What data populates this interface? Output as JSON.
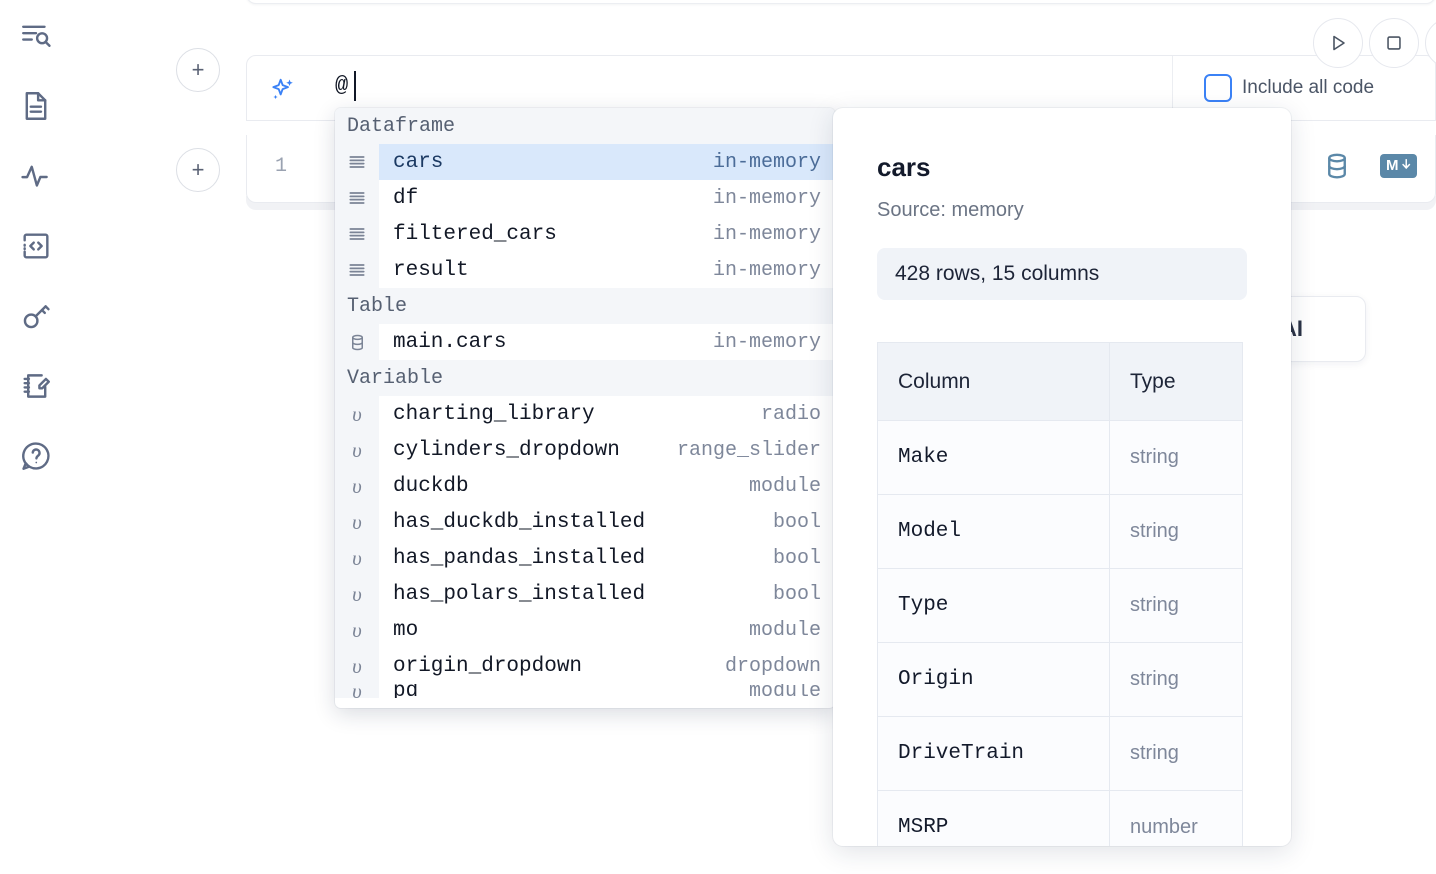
{
  "sidebar": {
    "items": [
      {
        "name": "outline-search-icon",
        "label": "Outline"
      },
      {
        "name": "file-document-icon",
        "label": "Files"
      },
      {
        "name": "activity-pulse-icon",
        "label": "Activity"
      },
      {
        "name": "code-snippet-icon",
        "label": "Snippets"
      },
      {
        "name": "key-icon",
        "label": "Secrets"
      },
      {
        "name": "notebook-edit-icon",
        "label": "Scratchpad"
      },
      {
        "name": "help-chat-icon",
        "label": "Help"
      }
    ]
  },
  "toolbar": {
    "add_cell_label": "+",
    "run_label": "Run",
    "stop_label": "Stop",
    "include_all_code_label": "Include all code",
    "include_all_code_checked": false,
    "with_ai_label": "AI"
  },
  "ai_prompt": {
    "value": "@",
    "sparkle_icon": "sparkle-icon"
  },
  "code_cell": {
    "line_number": "1",
    "tools": [
      {
        "name": "database-icon",
        "label": ""
      },
      {
        "name": "markdown-icon",
        "label": "M"
      }
    ],
    "markdown_badge": "M"
  },
  "autocomplete": {
    "groups": [
      {
        "heading": "Dataframe",
        "icon": "dataframe-icon",
        "kind": "dataframe",
        "items": [
          {
            "label": "cars",
            "meta": "in-memory",
            "selected": true
          },
          {
            "label": "df",
            "meta": "in-memory",
            "selected": false
          },
          {
            "label": "filtered_cars",
            "meta": "in-memory",
            "selected": false
          },
          {
            "label": "result",
            "meta": "in-memory",
            "selected": false
          }
        ]
      },
      {
        "heading": "Table",
        "icon": "table-database-icon",
        "kind": "table",
        "items": [
          {
            "label": "main.cars",
            "meta": "in-memory",
            "selected": false
          }
        ]
      },
      {
        "heading": "Variable",
        "icon": "variable-icon",
        "kind": "variable",
        "items": [
          {
            "label": "charting_library",
            "meta": "radio",
            "selected": false
          },
          {
            "label": "cylinders_dropdown",
            "meta": "range_slider",
            "selected": false
          },
          {
            "label": "duckdb",
            "meta": "module",
            "selected": false
          },
          {
            "label": "has_duckdb_installed",
            "meta": "bool",
            "selected": false
          },
          {
            "label": "has_pandas_installed",
            "meta": "bool",
            "selected": false
          },
          {
            "label": "has_polars_installed",
            "meta": "bool",
            "selected": false
          },
          {
            "label": "mo",
            "meta": "module",
            "selected": false
          },
          {
            "label": "origin_dropdown",
            "meta": "dropdown",
            "selected": false
          },
          {
            "label": "pd",
            "meta": "module",
            "selected": false
          }
        ]
      }
    ]
  },
  "info_panel": {
    "title": "cars",
    "source": "Source: memory",
    "stats": "428 rows, 15 columns",
    "table": {
      "headers": [
        "Column",
        "Type"
      ],
      "rows": [
        {
          "column": "Make",
          "type": "string"
        },
        {
          "column": "Model",
          "type": "string"
        },
        {
          "column": "Type",
          "type": "string"
        },
        {
          "column": "Origin",
          "type": "string"
        },
        {
          "column": "DriveTrain",
          "type": "string"
        },
        {
          "column": "MSRP",
          "type": "number"
        }
      ]
    }
  },
  "colors": {
    "accent_blue": "#3b82f6",
    "selected_row": "#d9e8fb",
    "group_header_bg": "#f4f6f9",
    "panel_stat_bg": "#f0f3f8",
    "tool_icon": "#5b88a8",
    "rail_icon": "#5f6b85"
  }
}
